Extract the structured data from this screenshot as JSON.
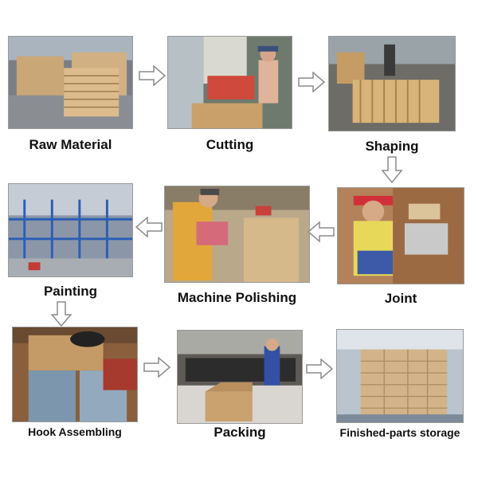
{
  "steps": [
    {
      "label": "Raw Material",
      "photo": "raw-material-photo"
    },
    {
      "label": "Cutting",
      "photo": "cutting-photo"
    },
    {
      "label": "Shaping",
      "photo": "shaping-photo"
    },
    {
      "label": "Joint",
      "photo": "joint-photo"
    },
    {
      "label": "Machine Polishing",
      "photo": "machine-polishing-photo"
    },
    {
      "label": "Painting",
      "photo": "painting-photo"
    },
    {
      "label": "Hook Assembling",
      "photo": "hook-assembling-photo"
    },
    {
      "label": "Packing",
      "photo": "packing-photo"
    },
    {
      "label": "Finished-parts storage",
      "photo": "storage-photo"
    }
  ],
  "arrow_style": {
    "fill": "#ffffff",
    "stroke": "#8c8c8c"
  },
  "flow": [
    "right",
    "right",
    "down",
    "left",
    "left",
    "down",
    "right",
    "right"
  ]
}
